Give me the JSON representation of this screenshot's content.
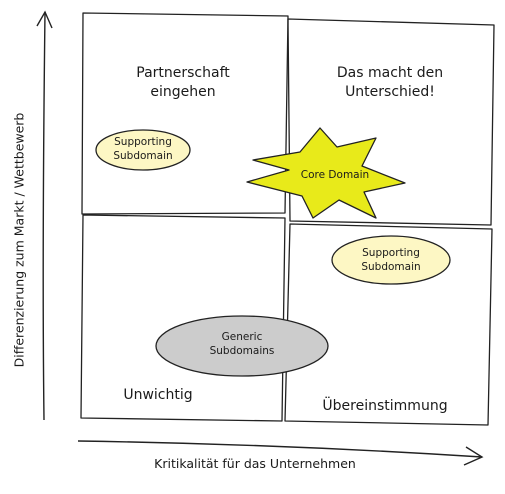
{
  "colors": {
    "stroke": "#222222",
    "supporting_fill": "#fdf7c4",
    "core_fill": "#e8ea1a",
    "generic_fill": "#cccccc"
  },
  "axes": {
    "x_label": "Kritikalität für das Unternehmen",
    "y_label": "Differenzierung zum Markt / Wettbewerb"
  },
  "quadrants": {
    "top_left": "Partnerschaft\neingehen",
    "top_right": "Das macht den\nUnterschied!",
    "bottom_left": "Unwichtig",
    "bottom_right": "Übereinstimmung"
  },
  "shapes": {
    "supporting_top": "Supporting\nSubdomain",
    "core": "Core Domain",
    "supporting_right": "Supporting\nSubdomain",
    "generic": "Generic\nSubdomains"
  }
}
